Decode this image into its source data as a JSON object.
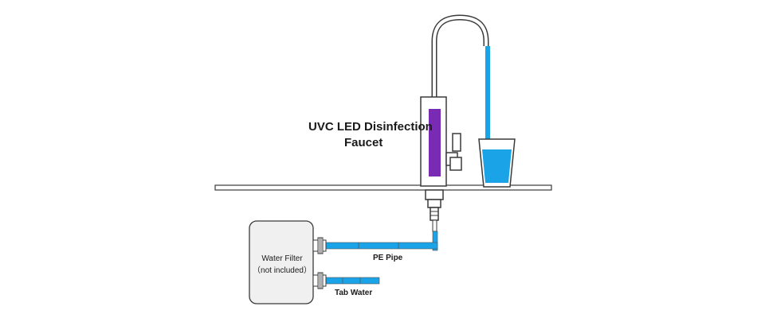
{
  "faucet_label": {
    "line1": "UVC LED Disinfection",
    "line2": "Faucet"
  },
  "filter_label": {
    "line1": "Water Filter",
    "line2": "（not included）"
  },
  "pe_pipe_label": "PE Pipe",
  "tab_water_label": "Tab Water",
  "colors": {
    "water": "#1ba3e8",
    "uv_lamp": "#7a2bb4",
    "outline": "#3a3a3a",
    "filter_fill": "#f0f0f0"
  }
}
